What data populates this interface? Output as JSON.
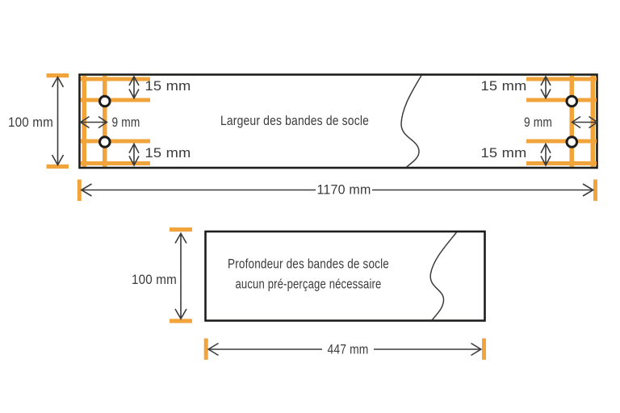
{
  "colors": {
    "accent_orange": "#F2A43C",
    "border": "#1D1D1B",
    "line": "#3C3C3C",
    "text": "#3A3A3A",
    "background": "#FFFFFF"
  },
  "top_diagram": {
    "title": "Largeur des bandes de socle",
    "height_label": "100 mm",
    "width_label": "1170 mm",
    "left": {
      "top_inset_label": "15 mm",
      "hole_offset_label": "9 mm",
      "bottom_inset_label": "15 mm"
    },
    "right": {
      "top_inset_label": "15 mm",
      "hole_offset_label": "9 mm",
      "bottom_inset_label": "15 mm"
    }
  },
  "bottom_diagram": {
    "title_line1": "Profondeur des bandes de socle",
    "title_line2": "aucun pré-perçage nécessaire",
    "height_label": "100 mm",
    "width_label": "447 mm"
  }
}
